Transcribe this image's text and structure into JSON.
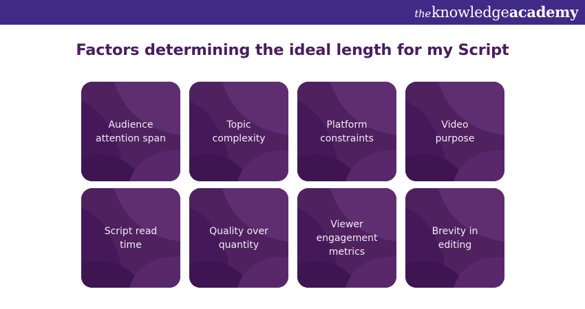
{
  "header": {
    "brand_prefix": "the",
    "brand_main": "knowledge",
    "brand_suffix": "academy"
  },
  "title": "Factors determining the ideal length for my Script",
  "colors": {
    "header_bg": "#3f2a86",
    "title": "#4a1d5f",
    "card_base": "#4f215f",
    "card_light": "#5e2e70",
    "card_dark": "#3e1550"
  },
  "cards": [
    {
      "label_line1": "Audience",
      "label_line2": "attention span",
      "label_line3": ""
    },
    {
      "label_line1": "Topic",
      "label_line2": "complexity",
      "label_line3": ""
    },
    {
      "label_line1": "Platform",
      "label_line2": "constraints",
      "label_line3": ""
    },
    {
      "label_line1": "Video",
      "label_line2": "purpose",
      "label_line3": ""
    },
    {
      "label_line1": "Script read",
      "label_line2": "time",
      "label_line3": ""
    },
    {
      "label_line1": "Quality over",
      "label_line2": "quantity",
      "label_line3": ""
    },
    {
      "label_line1": "Viewer",
      "label_line2": "engagement",
      "label_line3": "metrics"
    },
    {
      "label_line1": "Brevity in",
      "label_line2": "editing",
      "label_line3": ""
    }
  ]
}
